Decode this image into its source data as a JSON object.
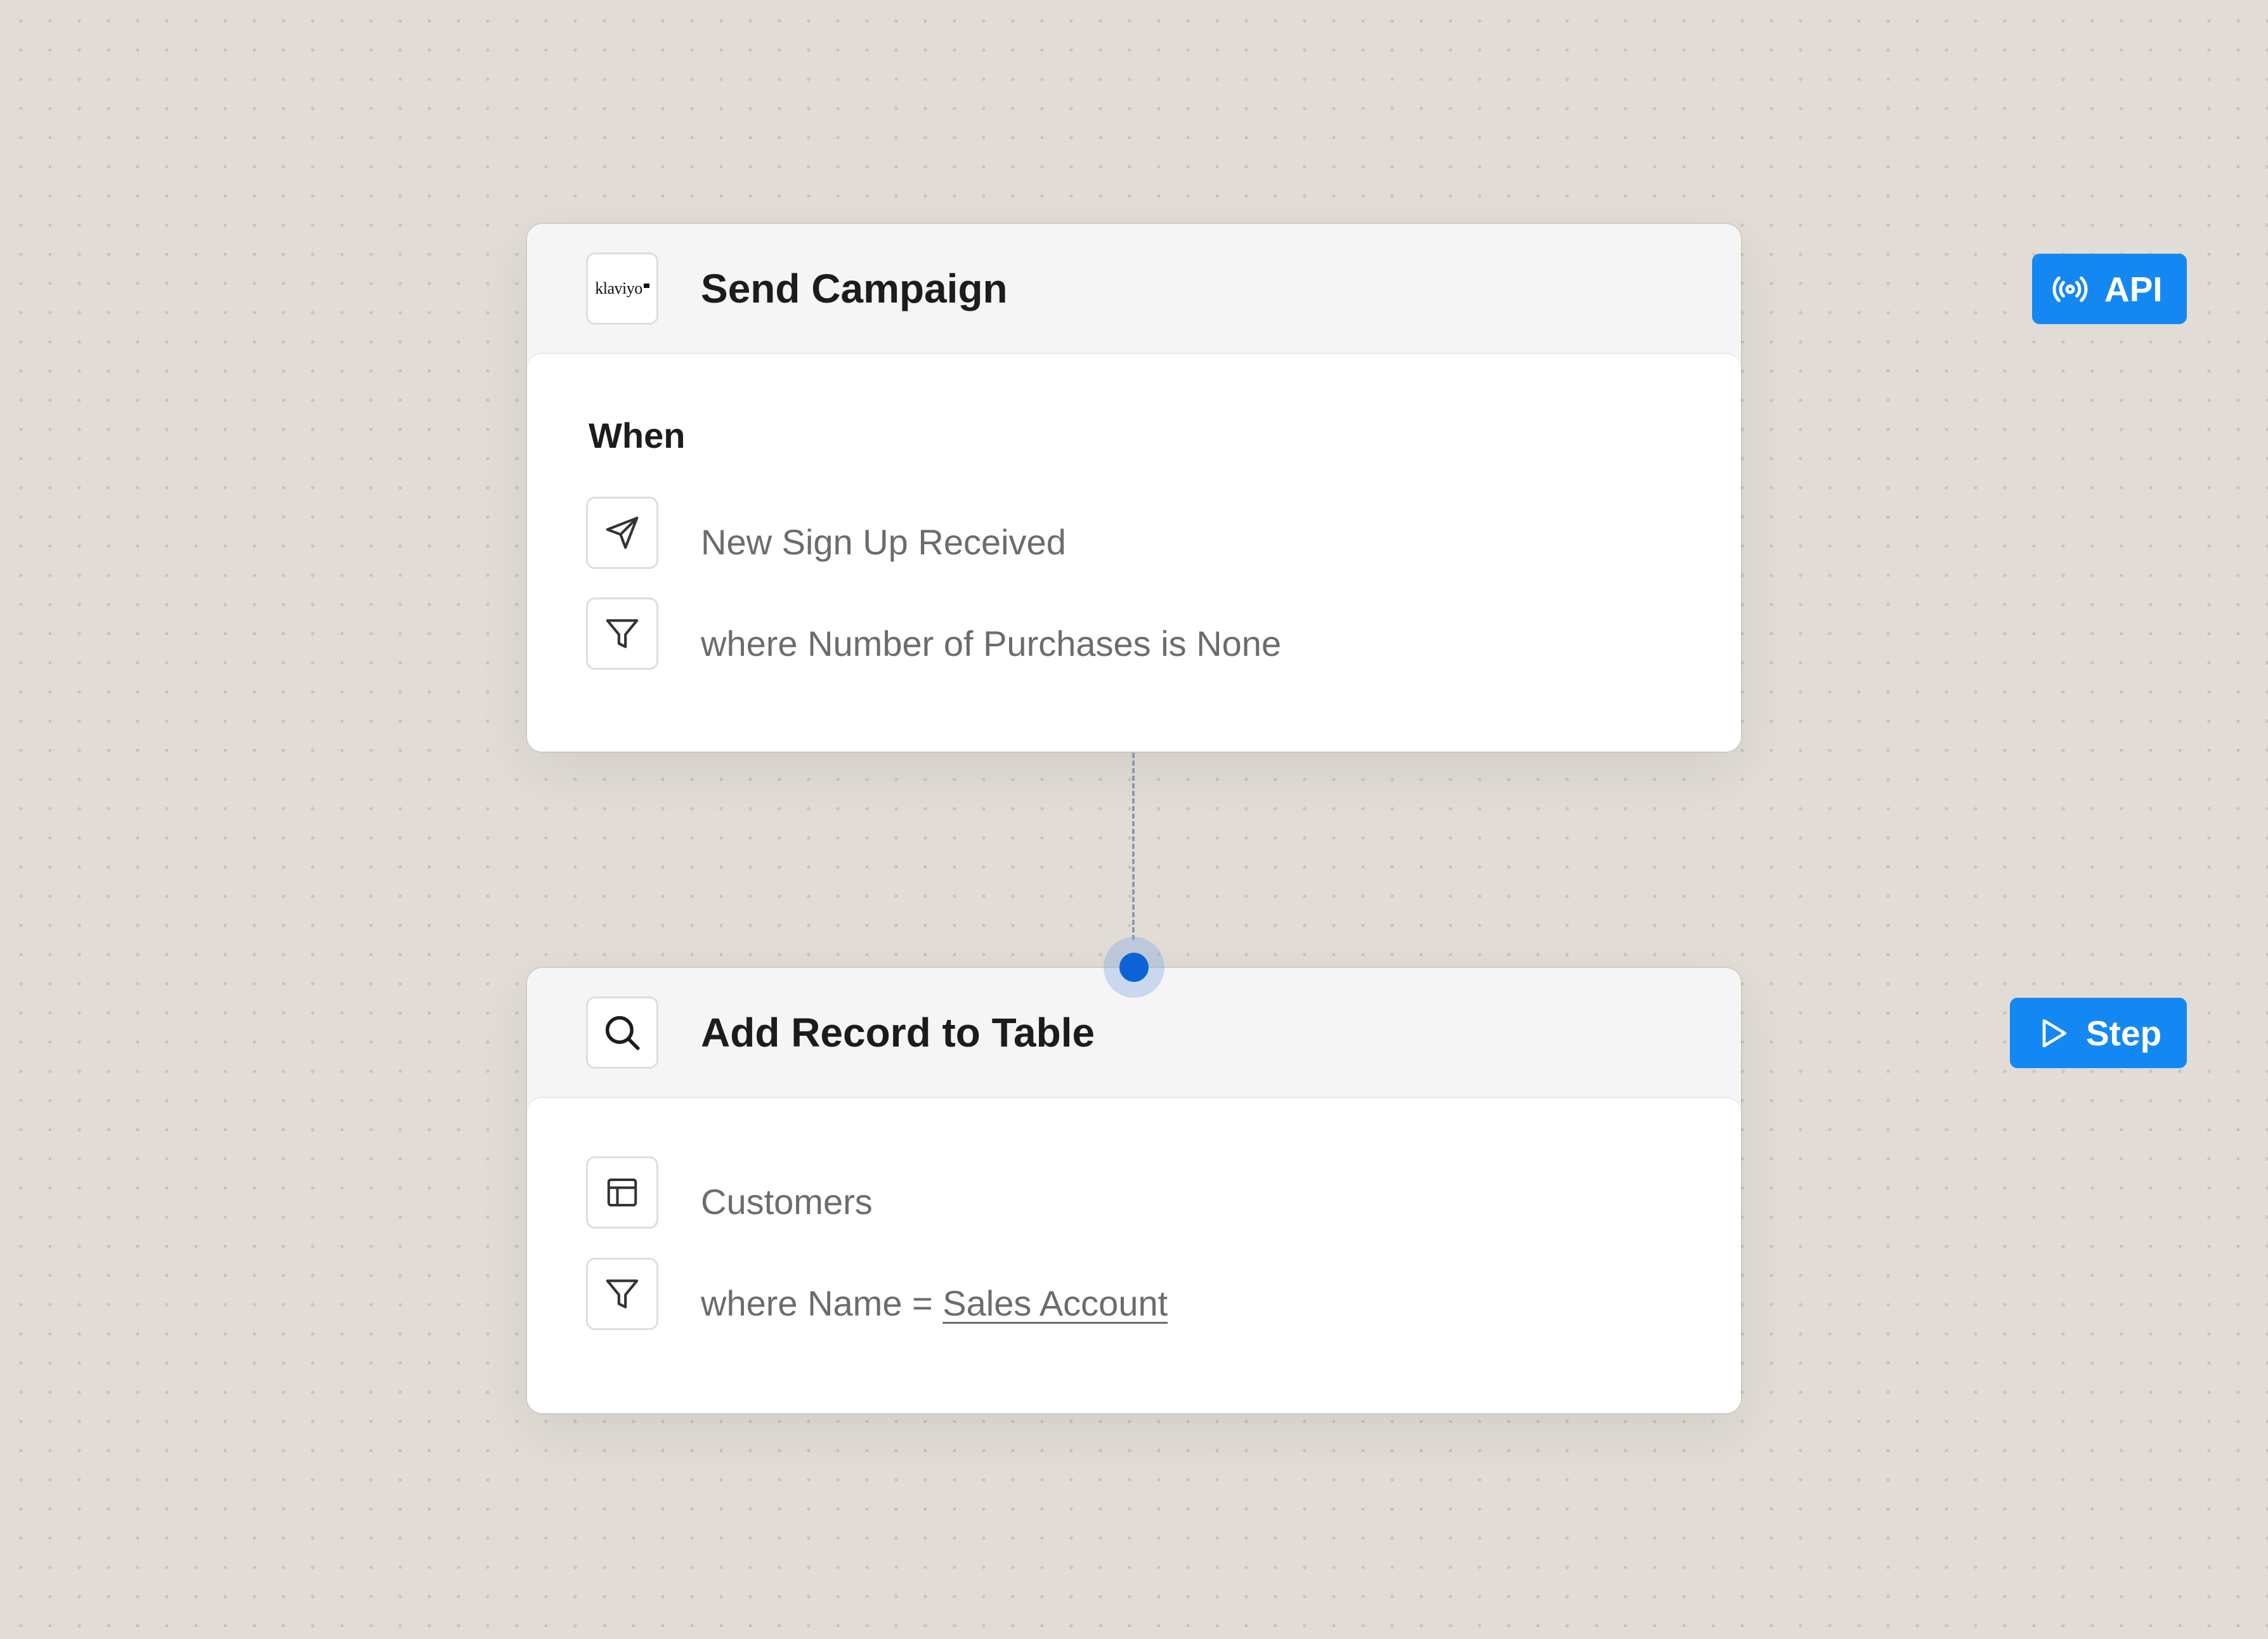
{
  "colors": {
    "canvas": "#e1ddd6",
    "accent": "#1488f2",
    "connector_dot": "#0d63d6"
  },
  "trigger_card": {
    "logo_text": "klaviyo",
    "title": "Send Campaign",
    "badge": {
      "icon": "broadcast-icon",
      "label": "API"
    },
    "section_label": "When",
    "rows": [
      {
        "icon": "send-icon",
        "text": "New Sign Up Received"
      },
      {
        "icon": "filter-icon",
        "text": "where Number of Purchases is None"
      }
    ]
  },
  "action_card": {
    "icon": "search-icon",
    "title": "Add Record to Table",
    "badge": {
      "icon": "play-icon",
      "label": "Step"
    },
    "rows": [
      {
        "icon": "table-icon",
        "text": "Customers"
      },
      {
        "icon": "filter-icon",
        "prefix": "where Name = ",
        "link": "Sales Account"
      }
    ]
  }
}
